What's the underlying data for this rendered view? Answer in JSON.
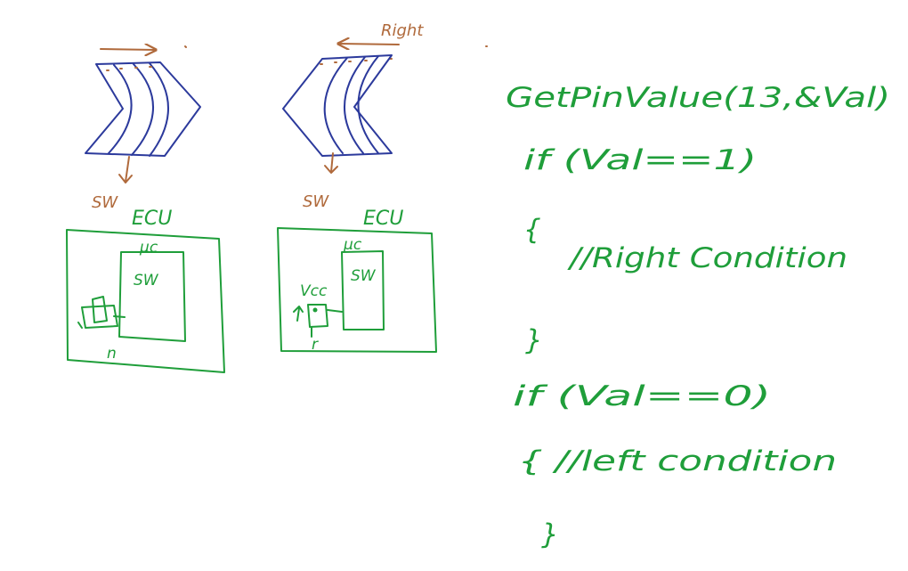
{
  "left_drawing": {
    "switch_label": "SW",
    "ecu_label": "ECU",
    "mcu_label": "μc",
    "inner_label": "SW",
    "bottom_mark": "n"
  },
  "right_drawing": {
    "arrow_label": "Right",
    "switch_label": "SW",
    "ecu_label": "ECU",
    "mcu_label": "μc",
    "inner_label": "SW",
    "vcc_label": "Vcc",
    "bottom_mark": "r"
  },
  "code_lines": [
    "GetPinValue(13,&Val)",
    "if (Val==1)",
    "{",
    "//Right Condition",
    "}",
    "if (Val==0)",
    "{ //left condition",
    "}"
  ],
  "colors": {
    "background": "#ffffff",
    "chevron": "#2c3a9c",
    "ecu": "#1f9e3a",
    "annotation": "#b06a3c"
  }
}
